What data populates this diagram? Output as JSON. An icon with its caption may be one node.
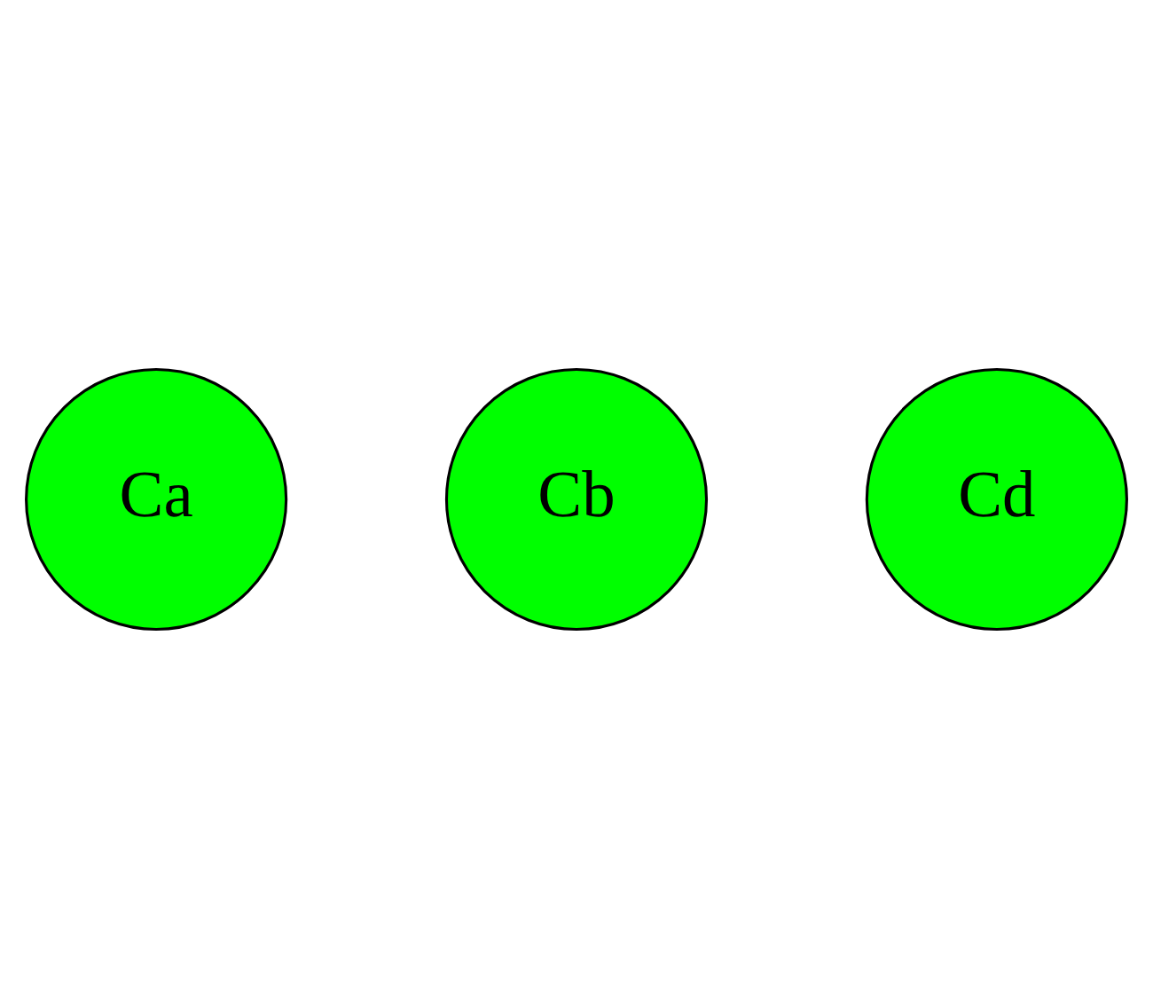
{
  "diagram": {
    "nodes": [
      {
        "text": [
          "Cb"
        ]
      },
      {
        "text": [
          "Ca"
        ]
      },
      {
        "text": [
          "Cd"
        ]
      }
    ]
  }
}
